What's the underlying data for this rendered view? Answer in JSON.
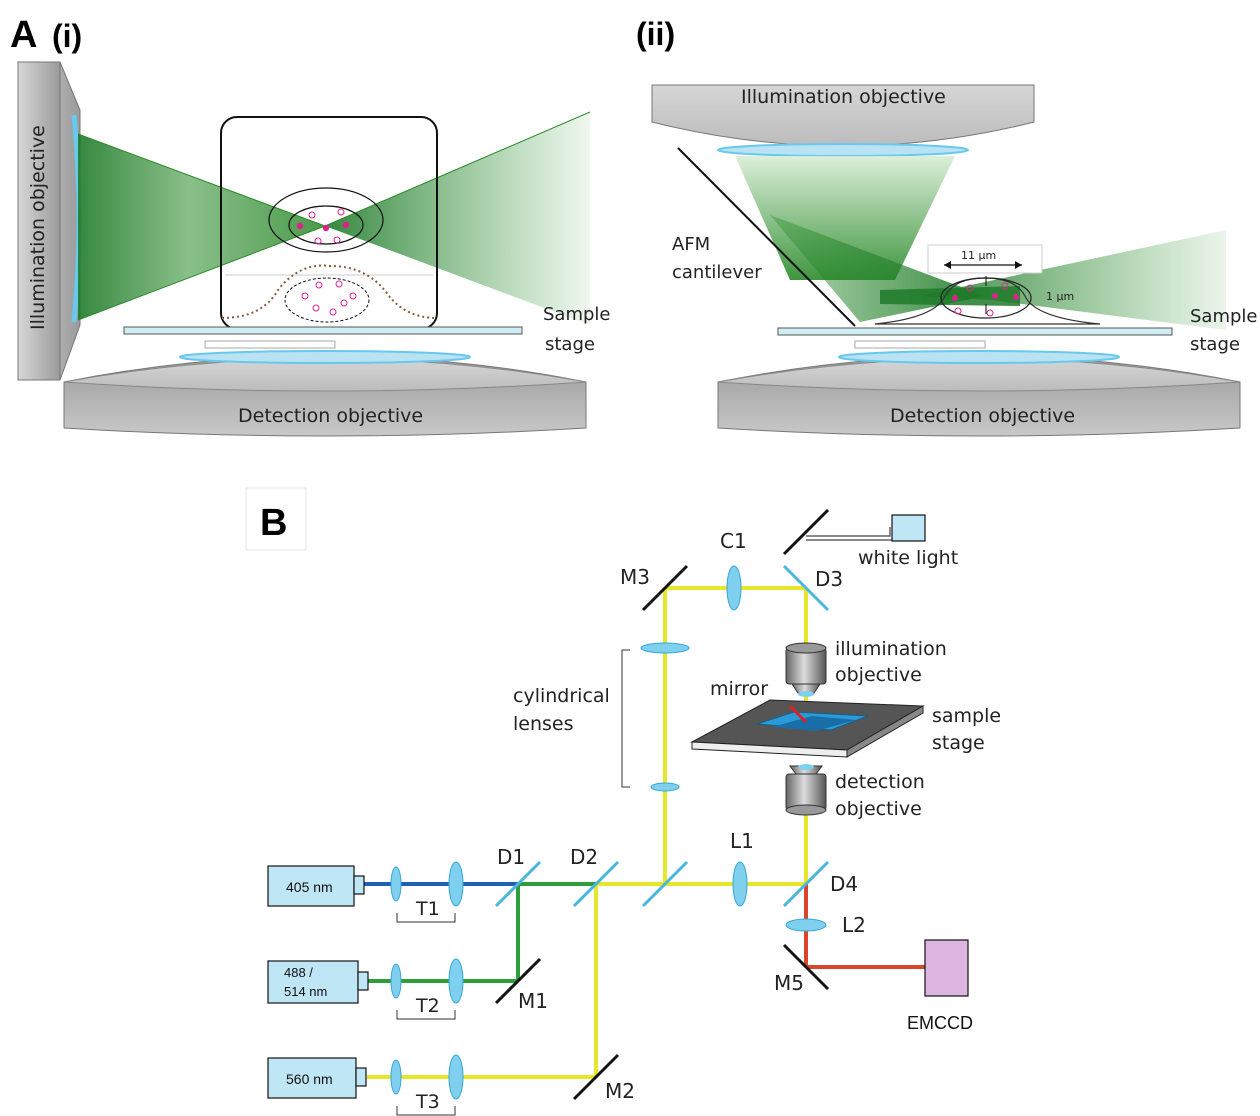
{
  "panel_a": {
    "letter": "A",
    "i": {
      "label": "(i)",
      "illumination_objective": "Illumination objective",
      "detection_objective": "Detection objective",
      "sample_stage_1": "Sample",
      "sample_stage_2": "stage"
    },
    "ii": {
      "label": "(ii)",
      "illumination_objective": "Illumination objective",
      "detection_objective": "Detection objective",
      "afm_1": "AFM",
      "afm_2": "cantilever",
      "width_11": "11 µm",
      "height_1": "1 µm",
      "sample_stage_1": "Sample",
      "sample_stage_2": "stage"
    }
  },
  "panel_b": {
    "letter": "B",
    "lasers": {
      "l405": "405 nm",
      "l488a": "488 /",
      "l488b": "514 nm",
      "l560": "560 nm"
    },
    "telescopes": {
      "t1": "T1",
      "t2": "T2",
      "t3": "T3"
    },
    "dichroics": {
      "d1": "D1",
      "d2": "D2",
      "d3": "D3",
      "d4": "D4"
    },
    "mirrors": {
      "m1": "M1",
      "m2": "M2",
      "m3": "M3",
      "m5": "M5",
      "mirror": "mirror"
    },
    "lenses": {
      "c1": "C1",
      "l1": "L1",
      "l2": "L2",
      "cyl1": "cylindrical",
      "cyl2": "lenses"
    },
    "white_light": "white light",
    "illum_obj_1": "illumination",
    "illum_obj_2": "objective",
    "sample_stage_1": "sample",
    "sample_stage_2": "stage",
    "det_obj_1": "detection",
    "det_obj_2": "objective",
    "camera": "EMCCD"
  },
  "colors": {
    "blue_beam": "#1f5fb4",
    "green_beam": "#2e9e3a",
    "yellow_beam": "#e6e62a",
    "red_beam": "#d8452a",
    "lens_blue": "#7fd0ee",
    "laser_box": "#bfe6f5",
    "camera_box": "#dcb6e0",
    "light_sheet": "#2a8a2a"
  }
}
